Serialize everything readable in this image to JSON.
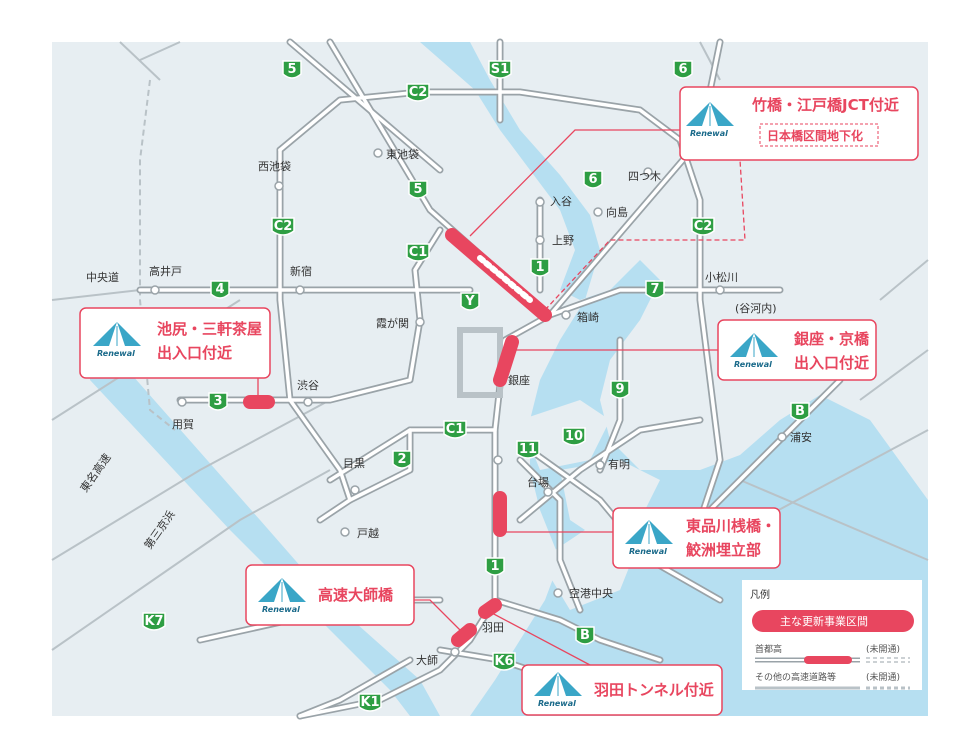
{
  "colors": {
    "land": "#e7eef2",
    "water": "#b6dff1",
    "route_outline": "#9aa3a8",
    "route_fill": "#ffffff",
    "highway": "#2e9e43",
    "highlight": "#e8465f",
    "text": "#333333"
  },
  "route_shields": [
    {
      "id": "5"
    },
    {
      "id": "S1"
    },
    {
      "id": "6"
    },
    {
      "id": "C2"
    },
    {
      "id": "5"
    },
    {
      "id": "6"
    },
    {
      "id": "C2"
    },
    {
      "id": "C2"
    },
    {
      "id": "C1"
    },
    {
      "id": "1"
    },
    {
      "id": "4"
    },
    {
      "id": "Y"
    },
    {
      "id": "7"
    },
    {
      "id": "3"
    },
    {
      "id": "9"
    },
    {
      "id": "B"
    },
    {
      "id": "C1"
    },
    {
      "id": "11"
    },
    {
      "id": "10"
    },
    {
      "id": "2"
    },
    {
      "id": "1"
    },
    {
      "id": "B"
    },
    {
      "id": "K6"
    },
    {
      "id": "K7"
    },
    {
      "id": "K1"
    }
  ],
  "place_labels": [
    "東池袋",
    "西池袋",
    "入谷",
    "向島",
    "四つ木",
    "上野",
    "中央道",
    "高井戸",
    "新宿",
    "小松川",
    "(谷河内)",
    "霞が関",
    "箱崎",
    "渋谷",
    "銀座",
    "用賀",
    "浦安",
    "有明",
    "目黒",
    "台場",
    "東名高速",
    "戸越",
    "第三京浜",
    "空港中央",
    "羽田",
    "大師"
  ],
  "callouts": [
    {
      "name": "takebashi",
      "title": "竹橋・江戸橋JCT付近",
      "subtitle": "日本橋区間地下化",
      "logo_text": "Renewal"
    },
    {
      "name": "ikejiri",
      "title_line1": "池尻・三軒茶屋",
      "title_line2": "出入口付近",
      "logo_text": "Renewal"
    },
    {
      "name": "ginza",
      "title_line1": "銀座・京橋",
      "title_line2": "出入口付近",
      "logo_text": "Renewal"
    },
    {
      "name": "higashishinagawa",
      "title_line1": "東品川桟橋・",
      "title_line2": "鮫洲埋立部",
      "logo_text": "Renewal"
    },
    {
      "name": "kosoku-daishi",
      "title": "高速大師橋",
      "logo_text": "Renewal"
    },
    {
      "name": "haneda",
      "title": "羽田トンネル付近",
      "logo_text": "Renewal"
    }
  ],
  "legend": {
    "title": "凡例",
    "main_update": "主な更新事業区間",
    "shutoko": "首都高",
    "unopened": "(未開通)",
    "other": "その他の高速道路等",
    "unopened2": "(未開通)"
  }
}
